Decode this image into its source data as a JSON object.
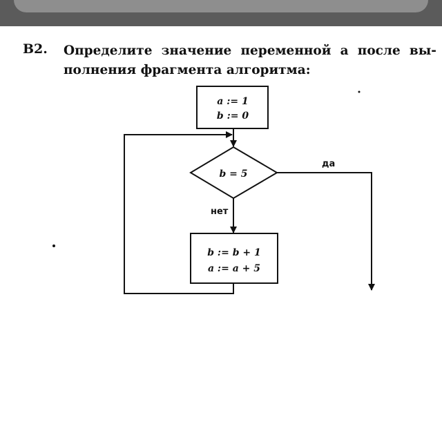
{
  "question": {
    "number": "B2.",
    "line1": "Определите значение переменной a после вы-",
    "line2": "полнения фрагмента алгоритма:"
  },
  "flowchart": {
    "init": [
      "a := 1",
      "b := 0"
    ],
    "condition": "b = 5",
    "yes_label": "да",
    "no_label": "нет",
    "body": [
      "b := b + 1",
      "a := a + 5"
    ]
  }
}
